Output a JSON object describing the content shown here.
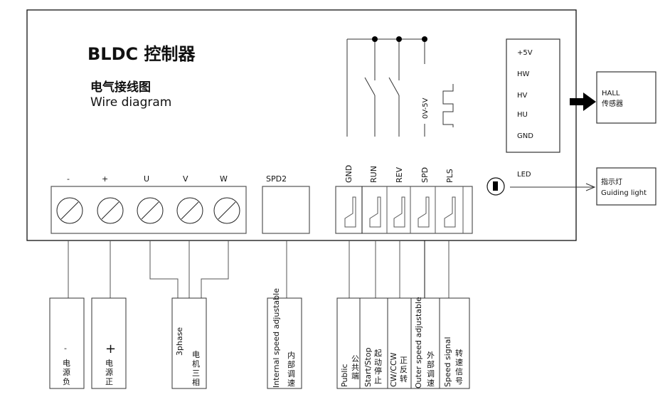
{
  "title": "BLDC 控制器",
  "subtitle_cn": "电气接线图",
  "subtitle_en": "Wire diagram",
  "power_terminals": [
    {
      "label": "-"
    },
    {
      "label": "+"
    },
    {
      "label": "U"
    },
    {
      "label": "V"
    },
    {
      "label": "W"
    }
  ],
  "spd2": {
    "label": "SPD2"
  },
  "signal_terminals": [
    {
      "label": "GND"
    },
    {
      "label": "RUN"
    },
    {
      "label": "REV"
    },
    {
      "label": "SPD"
    },
    {
      "label": "PLS"
    }
  ],
  "voltage_label": "0V-5V",
  "hall_pins": [
    "+5V",
    "HW",
    "HV",
    "HU",
    "GND"
  ],
  "hall_box": {
    "line1": "HALL",
    "line2": "传感器"
  },
  "led": {
    "label": "LED"
  },
  "indicator_box": {
    "line1": "指示灯",
    "line2": "Guiding light"
  },
  "bottom_boxes": {
    "neg": {
      "symbol": "-",
      "cn": "电源负"
    },
    "pos": {
      "symbol": "+",
      "cn": "电源正"
    },
    "motor": {
      "cn": "电机三相",
      "en": "3phase"
    },
    "internal": {
      "en": "Internal speed adjustable",
      "cn": "内部调速"
    },
    "public": {
      "en": "Public",
      "cn": "公共端"
    },
    "startstop": {
      "en": "Start/Stop",
      "cn": "起动停止"
    },
    "cwccw": {
      "en": "CW/CCW",
      "cn": "正反转"
    },
    "outer": {
      "en": "Outer speed adjustable",
      "cn": "外部调速"
    },
    "speedsig": {
      "en": "Speed signal",
      "cn": "转速信号"
    }
  }
}
